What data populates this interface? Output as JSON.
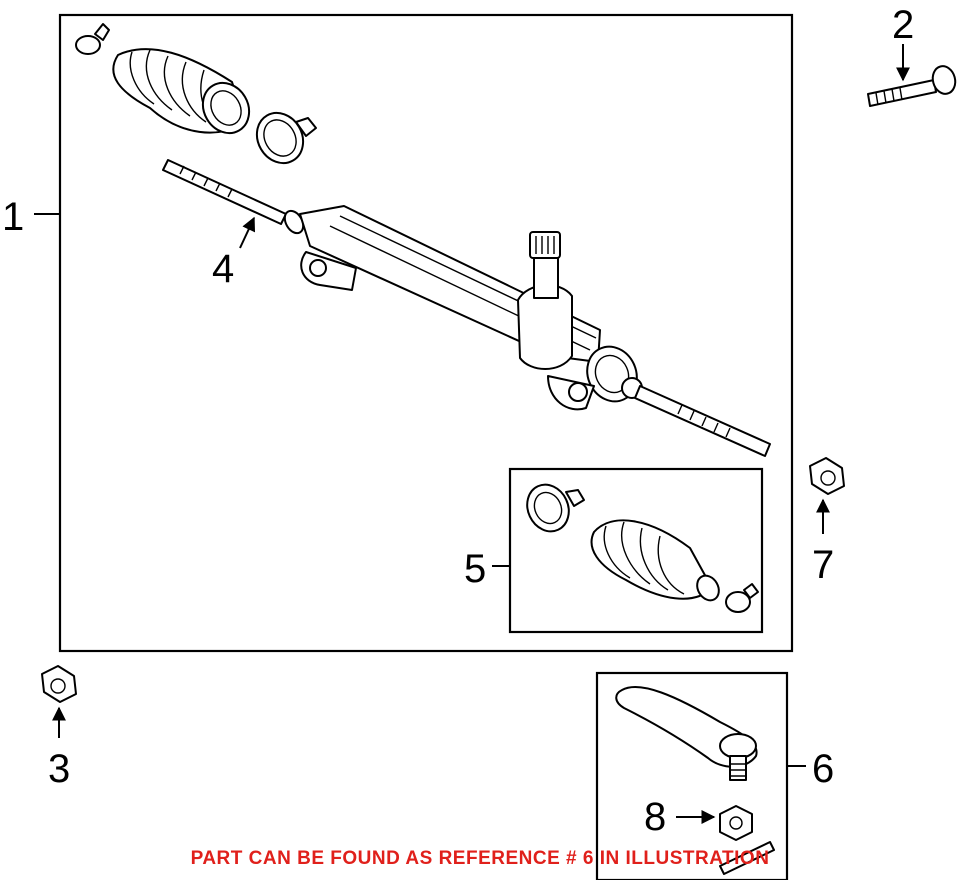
{
  "callouts": {
    "c1": "1",
    "c2": "2",
    "c3": "3",
    "c4": "4",
    "c5": "5",
    "c6": "6",
    "c7": "7",
    "c8": "8"
  },
  "footnote": "PART CAN BE FOUND AS REFERENCE # 6 IN ILLUSTRATION",
  "colors": {
    "footnote": "#e0201b",
    "line": "#000000",
    "background": "#ffffff"
  },
  "parts": [
    "steering-gear-assembly",
    "bolt",
    "nut",
    "inner-tie-rod",
    "boot-kit",
    "outer-tie-rod-end",
    "nut",
    "nut"
  ]
}
